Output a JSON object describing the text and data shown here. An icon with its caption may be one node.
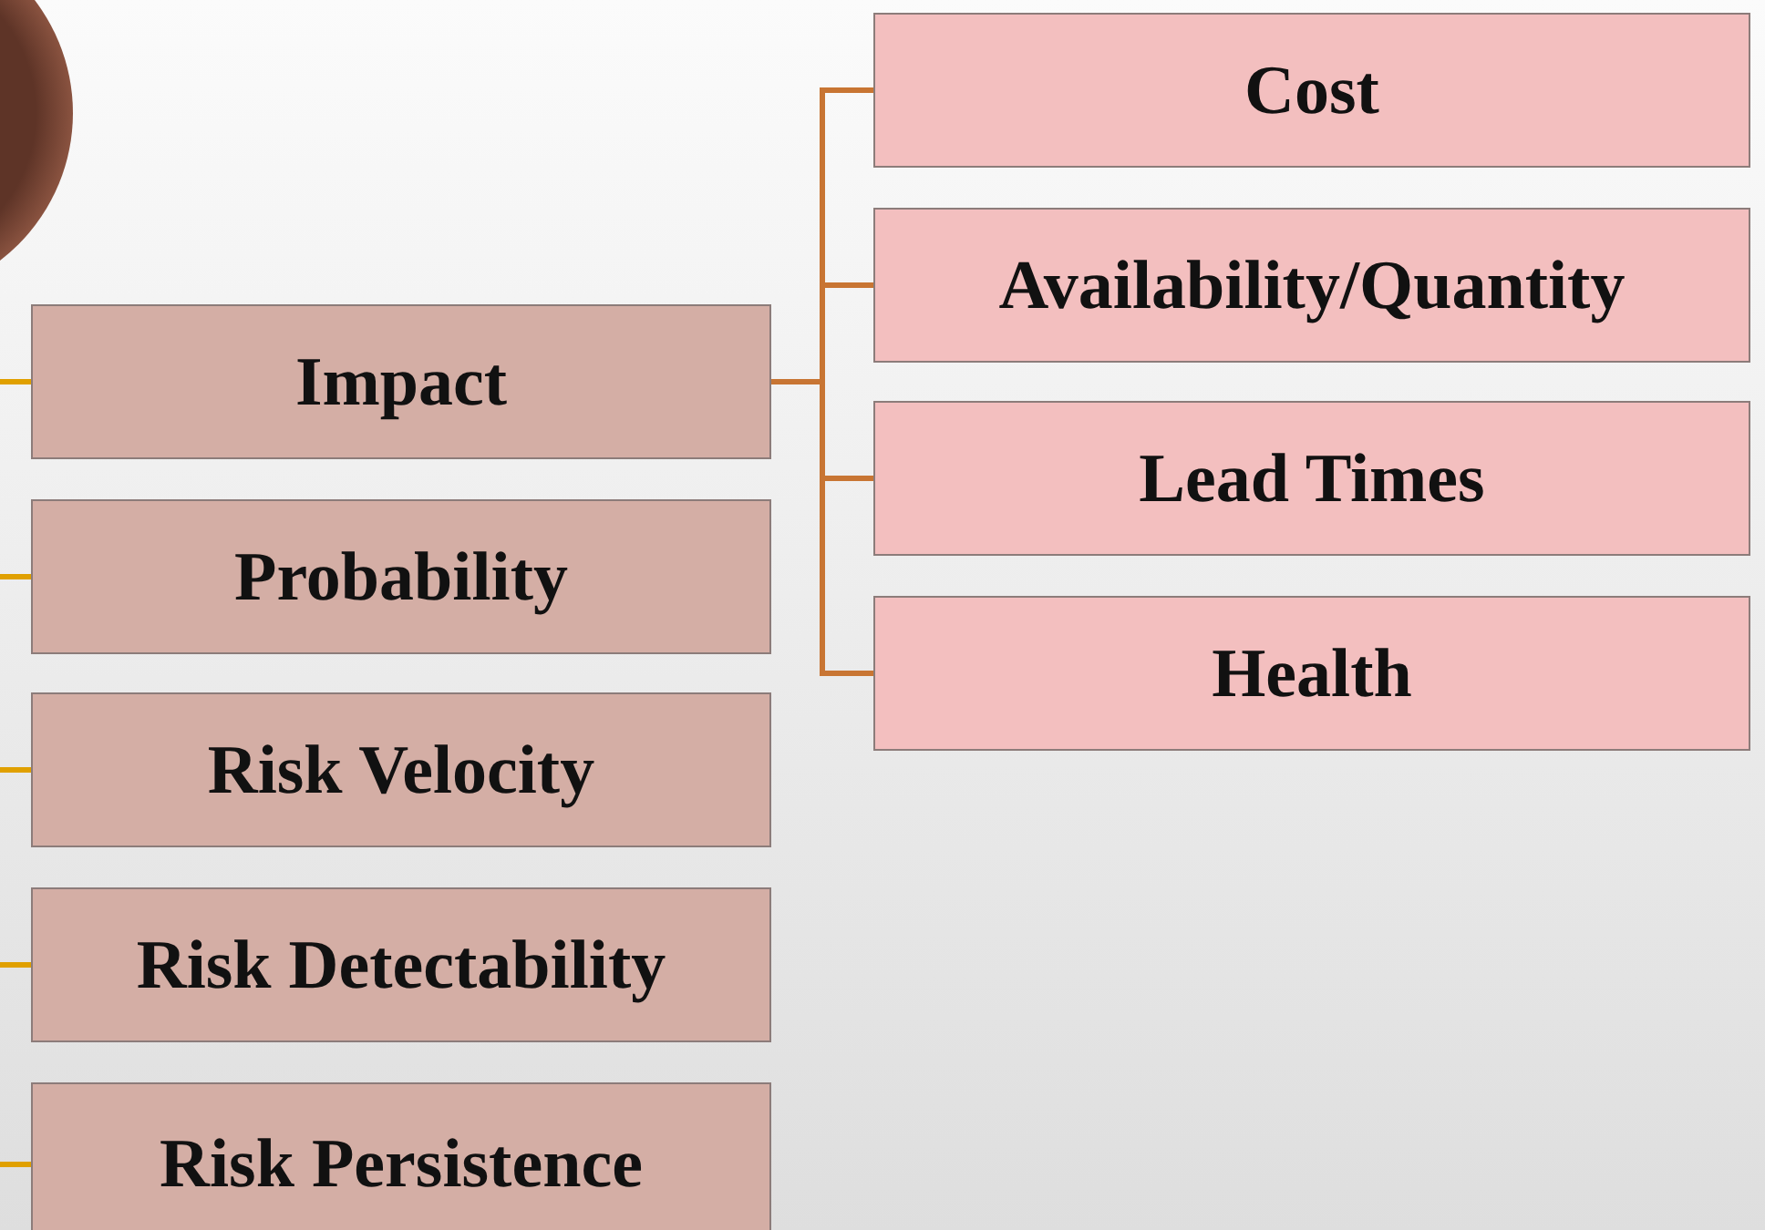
{
  "diagram": {
    "nodes": [
      {
        "text": [],
        "shape": "circle"
      },
      {
        "text": [
          "Impact"
        ]
      },
      {
        "text": [
          "Probability"
        ]
      },
      {
        "text": [
          "Risk Velocity"
        ]
      },
      {
        "text": [
          "Risk Detectability"
        ]
      },
      {
        "text": [
          "Risk Persistence"
        ]
      },
      {
        "text": [
          "Cost"
        ]
      },
      {
        "text": [
          "Availability/Quantity"
        ]
      },
      {
        "text": [
          "Lead Times"
        ]
      },
      {
        "text": [
          "Health"
        ]
      }
    ],
    "edges": [
      {
        "from": null,
        "to": 1,
        "arrow": "none"
      },
      {
        "from": null,
        "to": 2,
        "arrow": "none"
      },
      {
        "from": null,
        "to": 3,
        "arrow": "none"
      },
      {
        "from": null,
        "to": 4,
        "arrow": "none"
      },
      {
        "from": null,
        "to": 5,
        "arrow": "none"
      },
      {
        "from": 1,
        "to": 6,
        "arrow": "none",
        "color": "#c87533"
      },
      {
        "from": 1,
        "to": 7,
        "arrow": "none",
        "color": "#c87533"
      },
      {
        "from": 1,
        "to": 8,
        "arrow": "none",
        "color": "#c87533"
      },
      {
        "from": 1,
        "to": 9,
        "arrow": "none",
        "color": "#c87533"
      }
    ]
  }
}
